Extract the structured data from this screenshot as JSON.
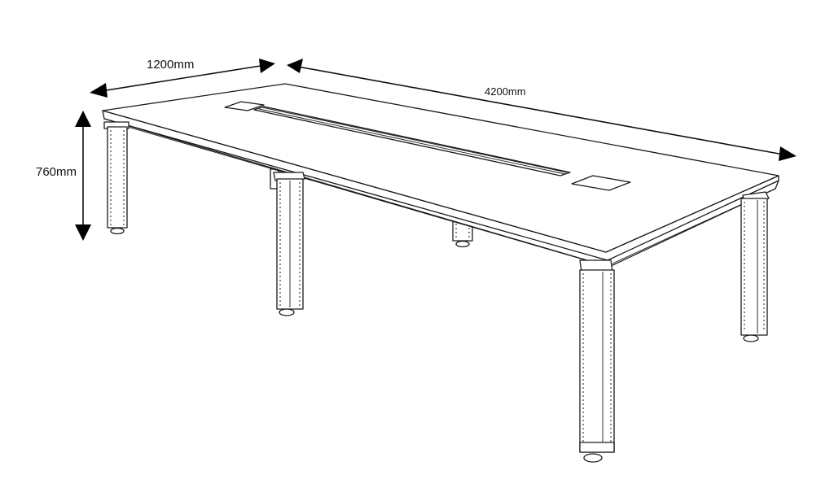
{
  "dimensions": {
    "width": "1200mm",
    "length": "4200mm",
    "height": "760mm"
  },
  "colors": {
    "line": "#1a1a1a",
    "arrow": "#000000",
    "background": "#ffffff"
  }
}
